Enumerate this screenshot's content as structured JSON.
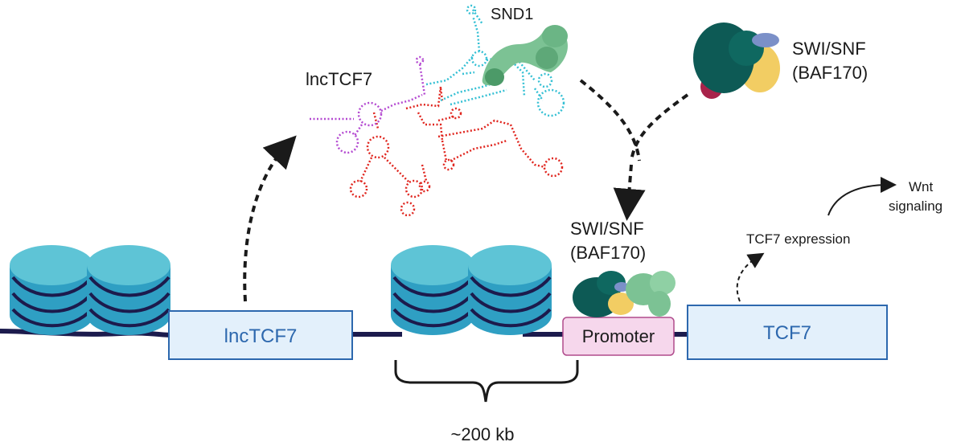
{
  "labels": {
    "snd1": "SND1",
    "lnctcf7_rna": "lncTCF7",
    "swisnf_top_line1": "SWI/SNF",
    "swisnf_top_line2": "(BAF170)",
    "swisnf_mid_line1": "SWI/SNF",
    "swisnf_mid_line2": "(BAF170)",
    "wnt_line1": "Wnt",
    "wnt_line2": "signaling",
    "tcf7_expression": "TCF7 expression",
    "distance": "~200 kb"
  },
  "boxes": {
    "lnctcf7_gene": "lncTCF7",
    "promoter": "Promoter",
    "tcf7_gene": "TCF7"
  },
  "colors": {
    "dna": "#1c1b4d",
    "nucleosome_top": "#5ec4d6",
    "nucleosome_side": "#2f9fc3",
    "gene_box_fill": "#e3f0fb",
    "gene_box_stroke": "#2d68ae",
    "promoter_fill": "#f6d7ec",
    "promoter_stroke": "#b04b8c",
    "rna_red": "#e0261f",
    "rna_cyan": "#35c0d4",
    "rna_purple": "#b44ad1",
    "swisnf_dark": "#0d5a55",
    "swisnf_yellow": "#f2cd63",
    "swisnf_red": "#a8234a",
    "swisnf_blue": "#7b90c8",
    "snd1_green": "#7cc294"
  }
}
